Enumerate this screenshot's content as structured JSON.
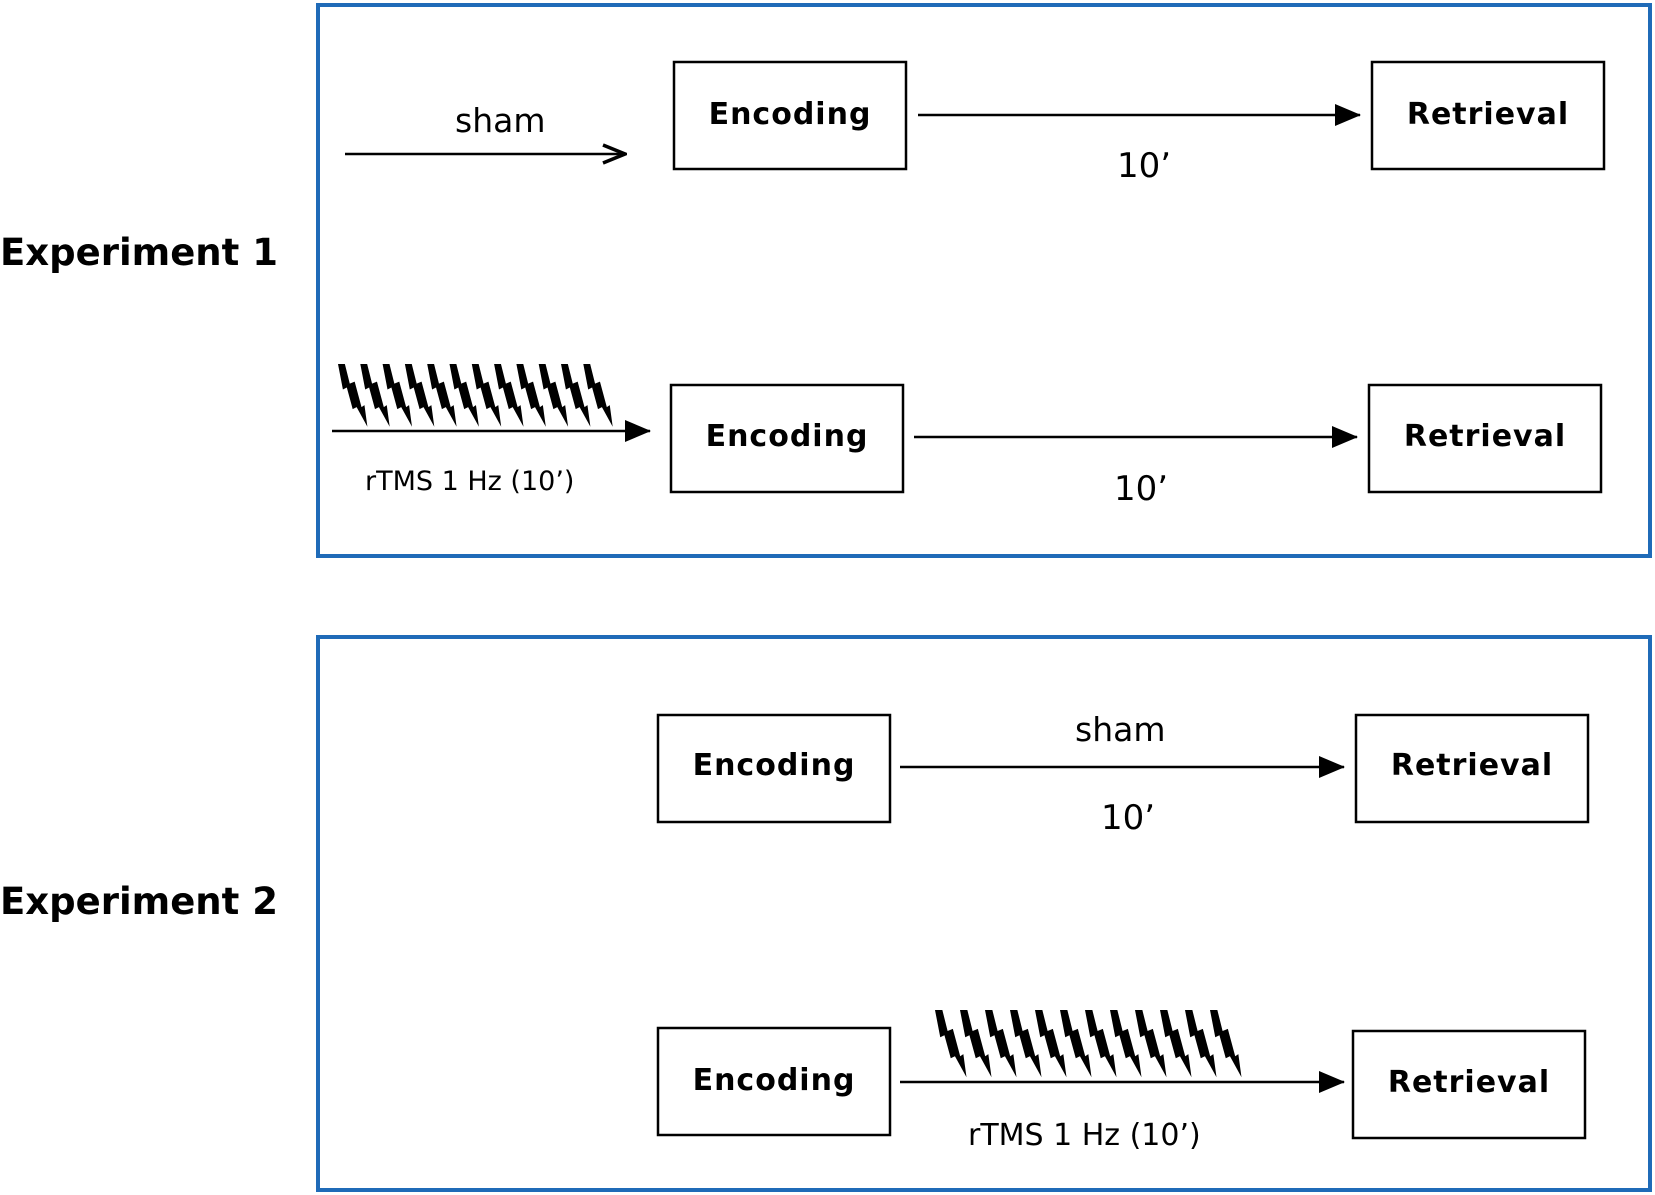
{
  "experiment1": {
    "label": "Experiment 1",
    "sham_row": {
      "pre_label": "sham",
      "encoding": "Encoding",
      "delay": "10’",
      "retrieval": "Retrieval"
    },
    "rtms_row": {
      "pre_label": "rTMS 1 Hz (10’)",
      "encoding": "Encoding",
      "delay": "10’",
      "retrieval": "Retrieval"
    }
  },
  "experiment2": {
    "label": "Experiment 2",
    "sham_row": {
      "encoding": "Encoding",
      "mid_label": "sham",
      "delay": "10’",
      "retrieval": "Retrieval"
    },
    "rtms_row": {
      "encoding": "Encoding",
      "mid_label": "rTMS 1 Hz (10’)",
      "retrieval": "Retrieval"
    }
  },
  "colors": {
    "panel_border": "#1f6bb8",
    "ink": "#000000"
  },
  "icons": {
    "pulse": "lightning-bolt-icon"
  }
}
